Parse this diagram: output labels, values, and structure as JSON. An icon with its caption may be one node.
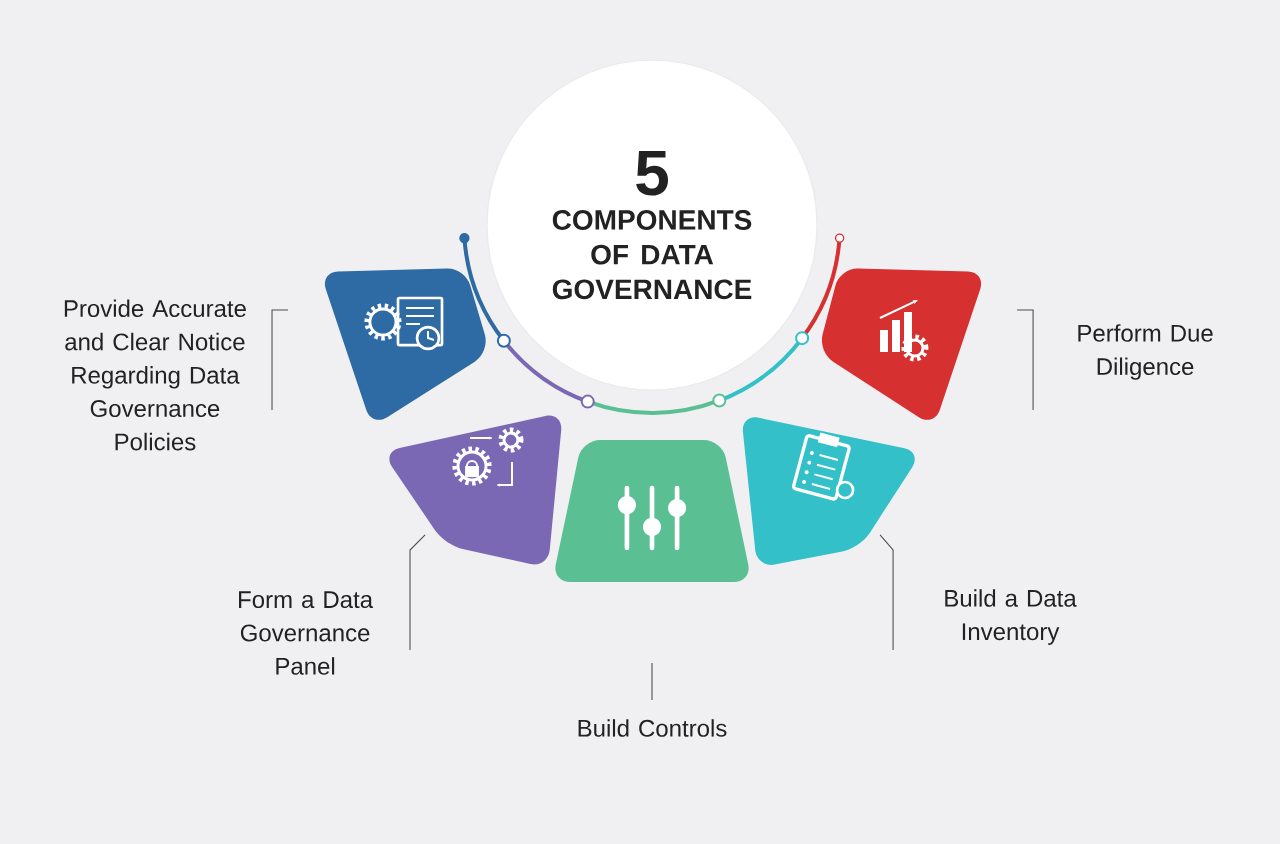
{
  "diagram": {
    "nodes": [
      {
        "text": [
          "5",
          "COMPONENTS OF DATA GOVERNANCE"
        ]
      },
      {
        "text": [
          "Provide Accurate and Clear Notice Regarding Data Governance Policies"
        ]
      },
      {
        "text": [
          "Form a Data Governance Panel"
        ]
      },
      {
        "text": [
          "Build Controls"
        ]
      },
      {
        "text": [
          "Build a Data Inventory"
        ]
      },
      {
        "text": [
          "Perform Due Diligence"
        ]
      }
    ]
  }
}
